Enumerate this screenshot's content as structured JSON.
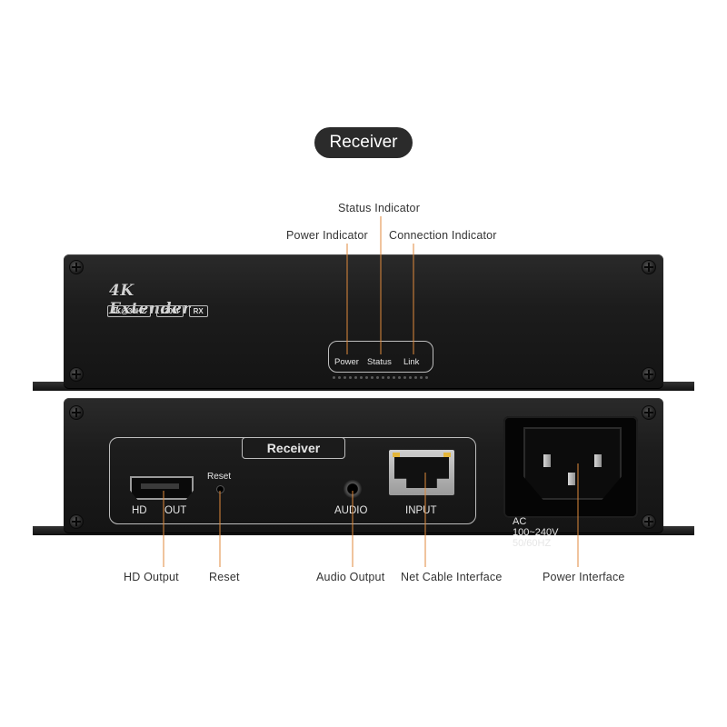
{
  "title": "Receiver",
  "top_device": {
    "logo": "4K Extender",
    "badges": [
      "4K@30HZ",
      "120M",
      "RX"
    ],
    "indicators": [
      "Power",
      "Status",
      "Link"
    ]
  },
  "bottom_device": {
    "frame_title": "Receiver",
    "hd_label_left": "HD",
    "hd_label_right": "OUT",
    "reset_label": "Reset",
    "audio_label": "AUDIO",
    "input_label": "INPUT",
    "power_spec": "AC 100~240V 50/60HZ"
  },
  "callouts": {
    "status_indicator": "Status Indicator",
    "power_indicator": "Power Indicator",
    "connection_indicator": "Connection Indicator",
    "hd_output": "HD Output",
    "reset": "Reset",
    "audio_output": "Audio Output",
    "net_cable_interface": "Net Cable Interface",
    "power_interface": "Power Interface"
  },
  "colors": {
    "leader_line": "#e08a3c",
    "device_body": "#1c1c1c",
    "title_pill": "#2b2b2b"
  }
}
